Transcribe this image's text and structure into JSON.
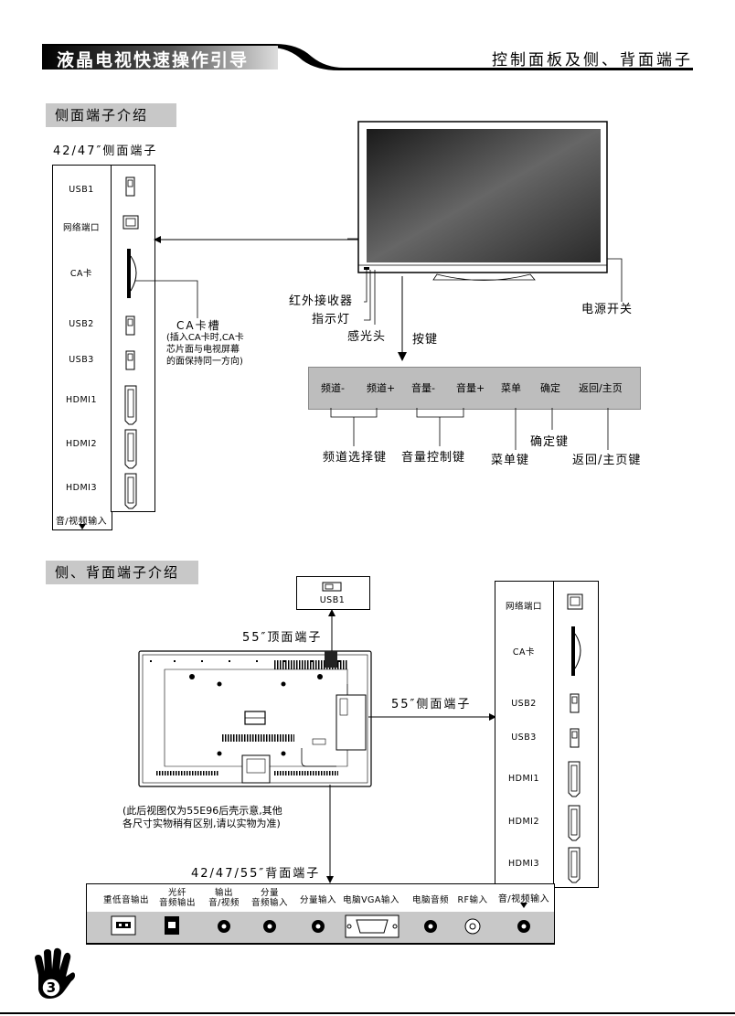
{
  "header": {
    "left_title": "液晶电视快速操作引导",
    "right_title": "控制面板及侧、背面端子"
  },
  "section1": {
    "title": "侧面端子介绍",
    "subtitle": "42/47″侧面端子",
    "ports": [
      "USB1",
      "网络端口",
      "CA卡",
      "USB2",
      "USB3",
      "HDMI1",
      "HDMI2",
      "HDMI3"
    ],
    "av_in": "音/视频输入",
    "ca_slot_title": "CA卡槽",
    "ca_slot_note": [
      "(插入CA卡时,CA卡",
      "芯片面与电视屏幕",
      "的面保持同一方向)"
    ],
    "tv_labels": {
      "ir": "红外接收器",
      "indicator": "指示灯",
      "light_sensor": "感光头",
      "keys": "按键",
      "power": "电源开关"
    },
    "keypad": {
      "buttons": [
        "频道-",
        "频道+",
        "音量-",
        "音量+",
        "菜单",
        "确定",
        "返回/主页"
      ],
      "channel_select": "频道选择键",
      "volume_control": "音量控制键",
      "menu_key": "菜单键",
      "ok_key": "确定键",
      "back_home_key": "返回/主页键"
    }
  },
  "section2": {
    "title": "侧、背面端子介绍",
    "top_port": "USB1",
    "top_label": "55″顶面端子",
    "side_label": "55″侧面端子",
    "rear_note": [
      "(此后视图仅为55E96后壳示意,其他",
      "各尺寸实物稍有区别,请以实物为准)"
    ],
    "side_ports": [
      "网络端口",
      "CA卡",
      "USB2",
      "USB3",
      "HDMI1",
      "HDMI2",
      "HDMI3"
    ],
    "av_in": "音/视频输入",
    "rear_label": "42/47/55″背面端子",
    "rear_ports": [
      {
        "label": "重低音输出"
      },
      {
        "label": "光纤\n音频输出"
      },
      {
        "label": "输出\n音/视频"
      },
      {
        "label": "分量\n音频输入"
      },
      {
        "label": "分量输入"
      },
      {
        "label": "电脑VGA输入"
      },
      {
        "label": "电脑音频"
      },
      {
        "label": "RF输入"
      }
    ]
  },
  "footer": {
    "page_number": "3"
  }
}
